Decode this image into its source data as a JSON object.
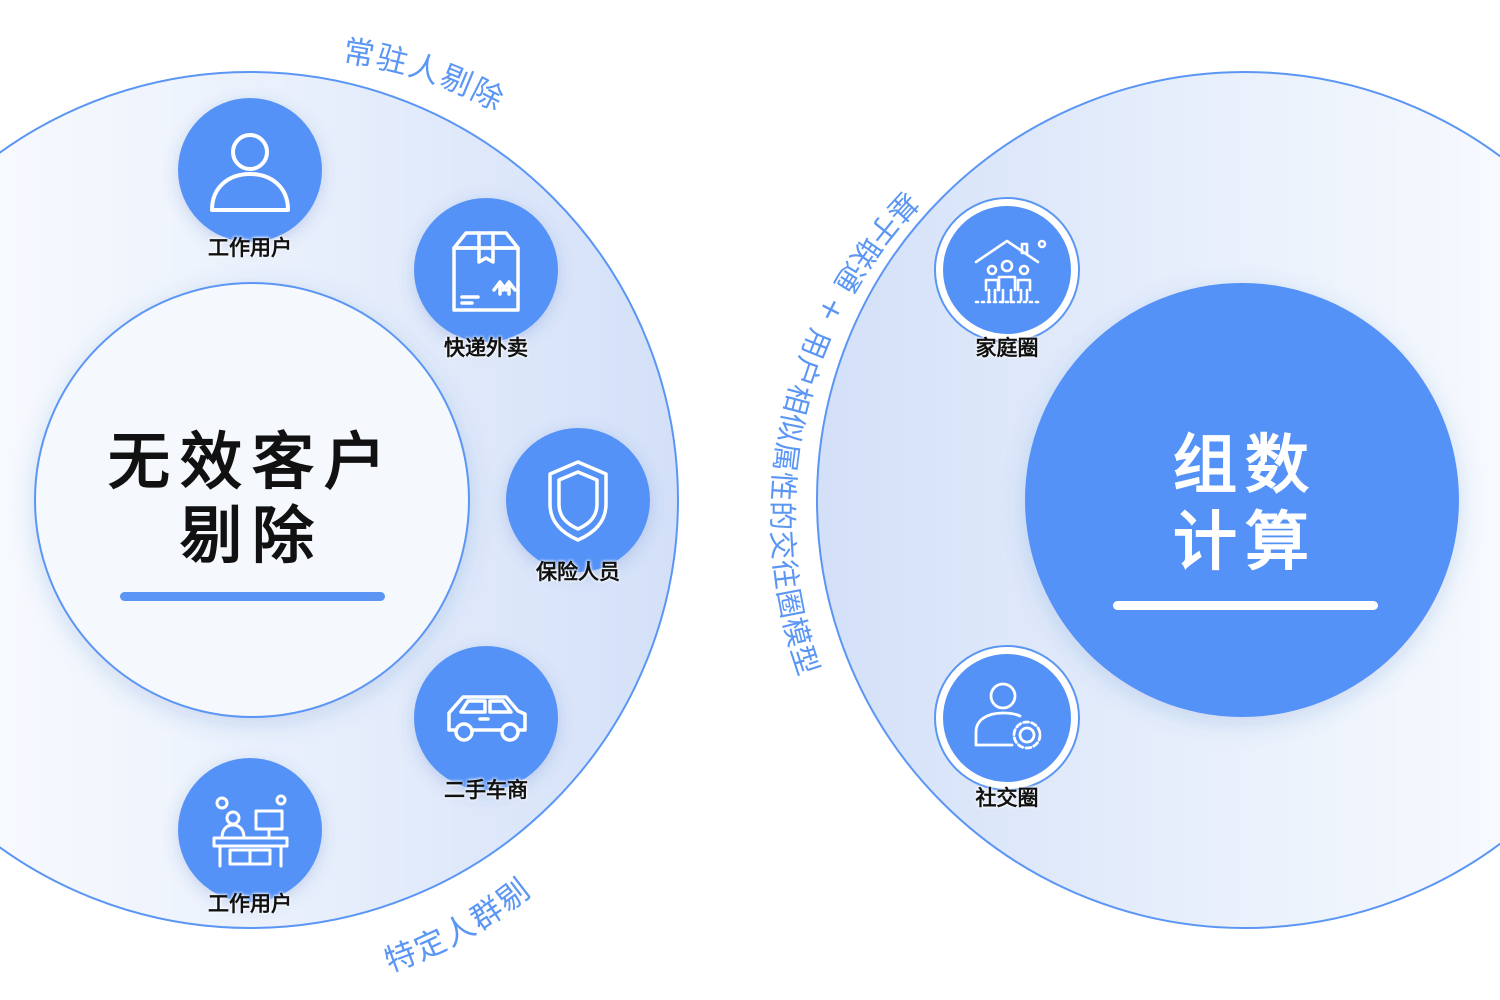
{
  "colors": {
    "accent": "#5592f7",
    "accent_line": "#5b96f4",
    "bubble_fill": "#dde7fa",
    "light_disc": "#f5f8fd",
    "dark_text": "#111111",
    "white": "#ffffff"
  },
  "left_panel": {
    "title_line1": "无效客户",
    "title_line2": "剔除",
    "arc_top_label": "常驻人剔除",
    "arc_bottom_label": "特定人群剔",
    "nodes": [
      {
        "icon": "user-icon",
        "label": "工作用户"
      },
      {
        "icon": "package-box-icon",
        "label": "快递外卖"
      },
      {
        "icon": "shield-icon",
        "label": "保险人员"
      },
      {
        "icon": "car-icon",
        "label": "二手车商"
      },
      {
        "icon": "office-desk-icon",
        "label": "工作用户"
      }
    ]
  },
  "right_panel": {
    "title_line1": "组数",
    "title_line2": "计算",
    "arc_label": "基于联通 + 用户相似属性的交往圈模型",
    "nodes": [
      {
        "icon": "family-house-icon",
        "label": "家庭圈"
      },
      {
        "icon": "user-gear-icon",
        "label": "社交圈"
      }
    ]
  }
}
